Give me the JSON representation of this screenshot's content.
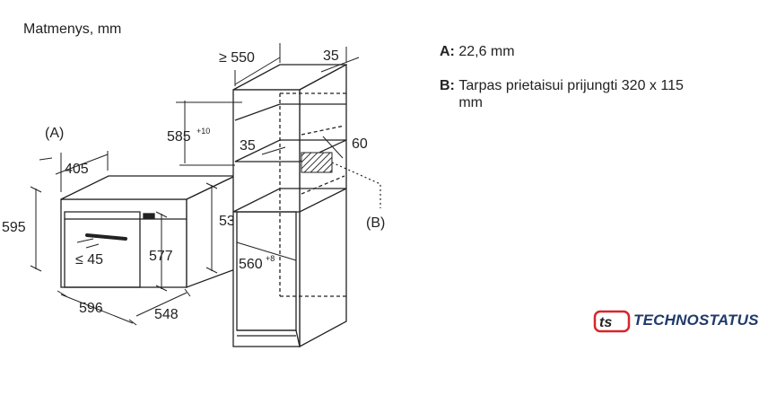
{
  "heading": "Matmenys, mm",
  "legend": {
    "a_key": "A:",
    "a_text": "22,6 mm",
    "b_key": "B:",
    "b_text": "Tarpas prietaisui prijungti 320 x 115 mm"
  },
  "oven_dims": {
    "label_a": "(A)",
    "depth_front": "405",
    "height": "595",
    "inner_depth": "≤ 45",
    "inner_height": "577",
    "right_height": "535",
    "width": "596",
    "side_depth": "548"
  },
  "cabinet_dims": {
    "depth": "≥ 550",
    "top_gap": "35",
    "niche_height": "585",
    "niche_height_tol": "+10",
    "inner_gap": "35",
    "side_gap": "60",
    "label_b": "(B)",
    "niche_width": "560",
    "niche_width_tol": "+8"
  },
  "brand": {
    "logo_glyph": "ts",
    "name": "TECHNOSTATUS",
    "color": "#d7262b",
    "text_color": "#1f3a6a"
  }
}
